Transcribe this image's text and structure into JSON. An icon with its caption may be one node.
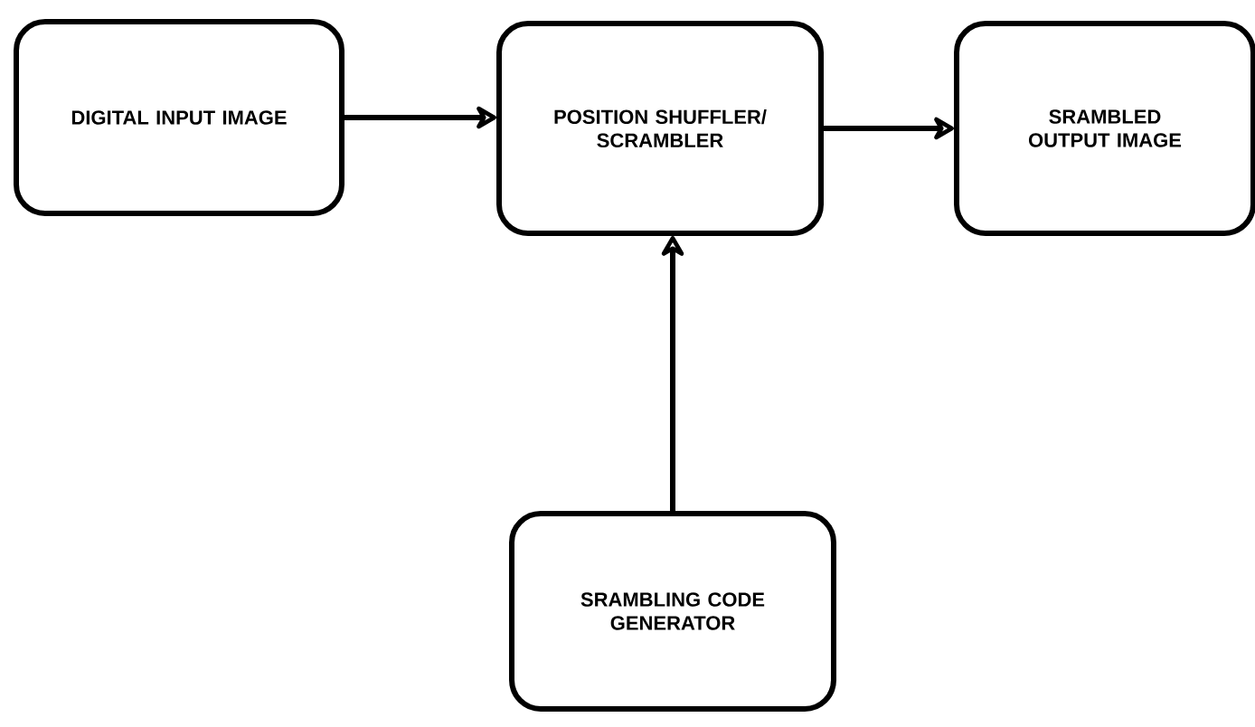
{
  "diagram": {
    "nodes": [
      {
        "text": [
          "DIGITAL INPUT IMAGE"
        ]
      },
      {
        "text": [
          "POSITION SHUFFLER/ SCRAMBLER"
        ]
      },
      {
        "text": [
          "SRAMBLED OUTPUT IMAGE"
        ]
      },
      {
        "text": [
          "SRAMBLING CODE GENERATOR"
        ]
      }
    ],
    "edges": [
      {
        "from": 0,
        "to": 1,
        "arrow": "to"
      },
      {
        "from": 1,
        "to": 2,
        "arrow": "to"
      },
      {
        "from": 3,
        "to": 1,
        "arrow": "to"
      }
    ]
  }
}
